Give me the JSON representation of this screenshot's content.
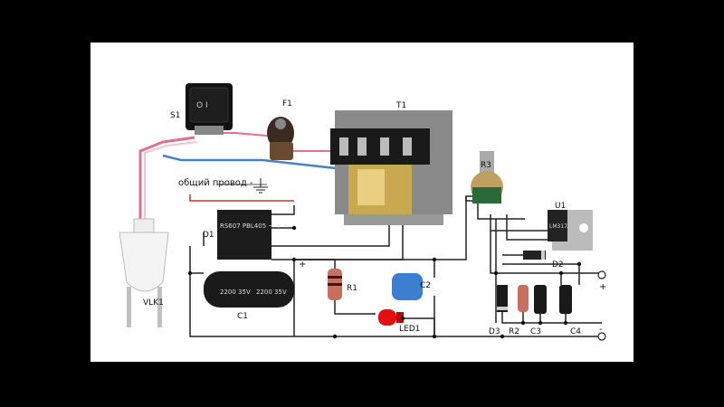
{
  "labels": {
    "s1": "S1",
    "f1": "F1",
    "t1": "T1",
    "r3": "R3",
    "u1": "U1",
    "d1": "D1",
    "c1": "C1",
    "r1": "R1",
    "c2": "C2",
    "led1": "LED1",
    "d2": "D2",
    "d3": "D3",
    "r2": "R2",
    "c3": "C3",
    "c4": "C4",
    "vlk1": "VLK1",
    "common_wire": "общий провод -",
    "plus": "+",
    "minus": "-"
  },
  "component_text": {
    "bridge": "RS607 PBL405 ~ + ~",
    "c1_cap": "2200 35V",
    "c1_cap2": "2200 35V",
    "u1_chip": "LM317",
    "switch_mark": "O I"
  },
  "colors": {
    "wire": "#222222",
    "pink_wire": "#e07090",
    "blue_wire": "#4a80c8",
    "red_wire": "#d03030",
    "led": "#e01010",
    "c2_body": "#3a7fd0"
  }
}
